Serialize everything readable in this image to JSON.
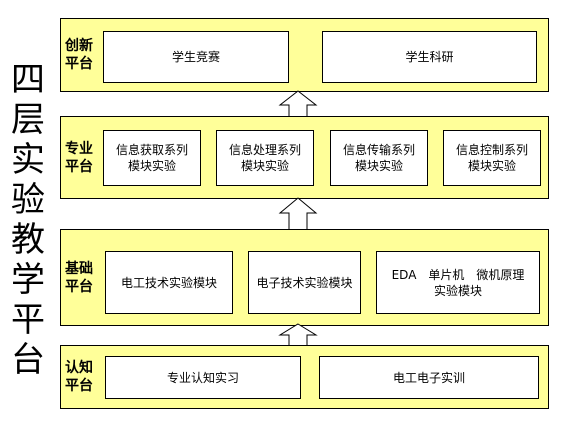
{
  "side_title": [
    "四",
    "层",
    "实",
    "验",
    "教",
    "学",
    "平",
    "台"
  ],
  "layers": {
    "innovation": {
      "label_line1": "创新",
      "label_line2": "平台",
      "boxes": [
        "学生竞赛",
        "学生科研"
      ]
    },
    "professional": {
      "label_line1": "专业",
      "label_line2": "平台",
      "boxes": [
        {
          "line1": "信息获取系列",
          "line2": "模块实验"
        },
        {
          "line1": "信息处理系列",
          "line2": "模块实验"
        },
        {
          "line1": "信息传输系列",
          "line2": "模块实验"
        },
        {
          "line1": "信息控制系列",
          "line2": "模块实验"
        }
      ]
    },
    "foundation": {
      "label_line1": "基础",
      "label_line2": "平台",
      "boxes": [
        {
          "line1": "电工技术实验模块",
          "line2": ""
        },
        {
          "line1": "电子技术实验模块",
          "line2": ""
        },
        {
          "line1": "EDA　单片机　微机原理",
          "line2": "实验模块"
        }
      ]
    },
    "cognition": {
      "label_line1": "认知",
      "label_line2": "平台",
      "boxes": [
        "专业认知实习",
        "电工电子实训"
      ]
    }
  },
  "colors": {
    "layer_fill": "#ffff99",
    "box_fill": "#ffffff",
    "border": "#000000"
  }
}
